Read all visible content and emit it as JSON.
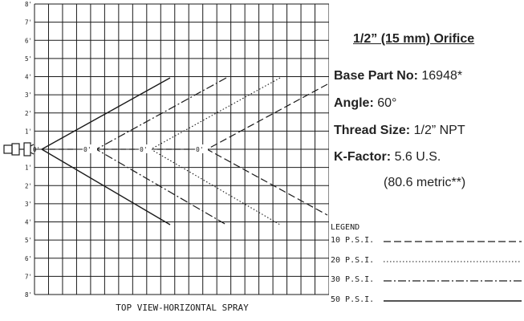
{
  "diagram": {
    "y_tick_labels": [
      "8'",
      "7'",
      "6'",
      "5'",
      "4'",
      "3'",
      "2'",
      "1'",
      "0'",
      "1'",
      "2'",
      "3'",
      "4'",
      "5'",
      "6'",
      "7'",
      "8'"
    ],
    "zero_labels": [
      "0'",
      "0'",
      "0'"
    ],
    "caption": "TOP VIEW-HORIZONTAL SPRAY",
    "icon": "spray-nozzle-icon"
  },
  "spec": {
    "title": "1/2” (15 mm) Orifice",
    "base_part_label": "Base Part No:",
    "base_part_value": "16948*",
    "angle_label": "Angle:",
    "angle_value": "60°",
    "thread_label": "Thread Size:",
    "thread_value": "1/2” NPT",
    "kfactor_label": "K-Factor:",
    "kfactor_value": "5.6 U.S.",
    "kfactor_metric": "(80.6 metric**)"
  },
  "legend": {
    "title": "LEGEND",
    "items": [
      {
        "label": "10 P.S.I.",
        "style": "dashed"
      },
      {
        "label": "20 P.S.I.",
        "style": "dotted"
      },
      {
        "label": "30 P.S.I.",
        "style": "dash-dot"
      },
      {
        "label": "50 P.S.I.",
        "style": "solid"
      }
    ]
  },
  "colors": {
    "ink": "#1a1a1a",
    "background": "#ffffff"
  }
}
